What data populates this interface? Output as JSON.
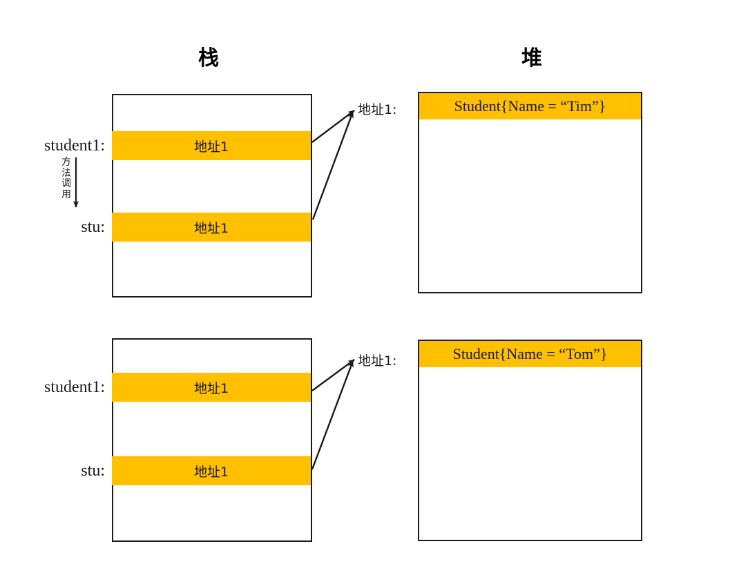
{
  "titles": {
    "stack": "栈",
    "heap": "堆"
  },
  "diagram": {
    "accent_color": "#FFC000",
    "line_color": "#1a1a1a",
    "background": "#ffffff"
  },
  "panels": [
    {
      "id": "before",
      "stack": {
        "slots": [
          {
            "label": "student1:",
            "value": "地址1"
          },
          {
            "label": "stu:",
            "value": "地址1"
          }
        ],
        "annotation": {
          "text": "方法调用",
          "chars": [
            "方",
            "法",
            "调",
            "用"
          ]
        }
      },
      "heap": {
        "address_label": "地址1:",
        "object": "Student{Name = “Tim”}"
      }
    },
    {
      "id": "after",
      "stack": {
        "slots": [
          {
            "label": "student1:",
            "value": "地址1"
          },
          {
            "label": "stu:",
            "value": "地址1"
          }
        ]
      },
      "heap": {
        "address_label": "地址1:",
        "object": "Student{Name = “Tom”}"
      }
    }
  ]
}
